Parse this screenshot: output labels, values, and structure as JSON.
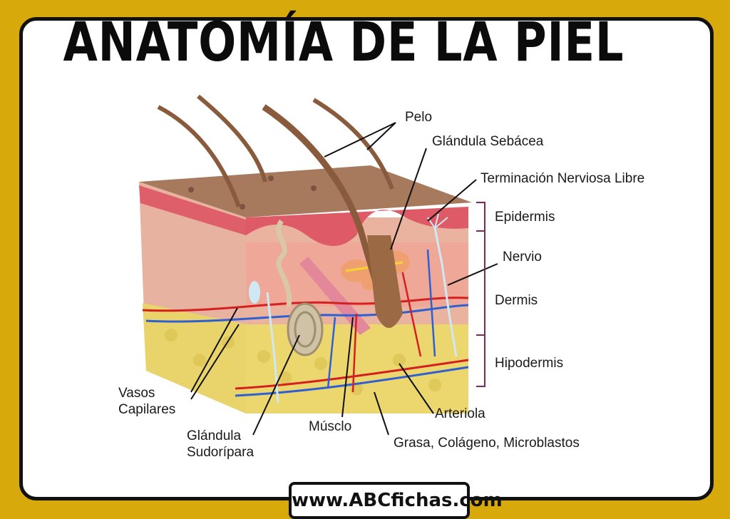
{
  "title": "ANATOMÍA DE LA PIEL",
  "website": "www.ABCfichas.com",
  "labels": {
    "pelo": "Pelo",
    "glandula_sebacea": "Glándula Sebácea",
    "terminacion_nerviosa": "Terminación Nerviosa Libre",
    "epidermis": "Epidermis",
    "nervio": "Nervio",
    "dermis": "Dermis",
    "hipodermis": "Hipodermis",
    "vasos_capilares_1": "Vasos",
    "vasos_capilares_2": "Capilares",
    "glandula_sudoripara_1": "Glándula",
    "glandula_sudoripara_2": "Sudorípara",
    "musclo": "Músclo",
    "arteriola": "Arteriola",
    "grasa": "Grasa, Colágeno, Microblastos"
  },
  "colors": {
    "background": "#d7a90a",
    "card": "#ffffff",
    "skin_top": "#a87a5e",
    "epidermis": "#e0606a",
    "dermis": "#e9a896",
    "hypodermis": "#ead36a",
    "hair": "#8a5a3c",
    "artery": "#d42020",
    "vein": "#2f5fd0",
    "bracket": "#7a2a5a"
  }
}
